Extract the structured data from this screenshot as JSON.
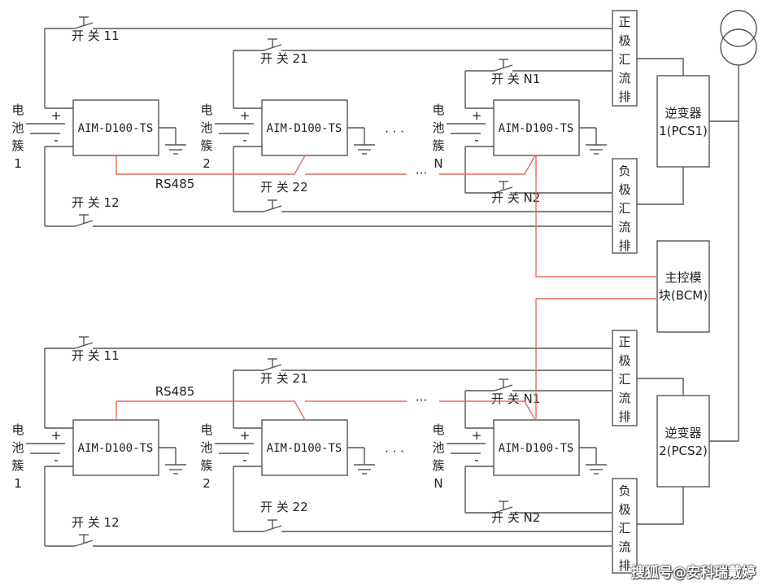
{
  "colors": {
    "wire": "#555555",
    "rs485": "#ee6a5e",
    "text": "#222222"
  },
  "sections": [
    {
      "clusters": [
        {
          "battery": [
            "电",
            "池",
            "簇",
            "1"
          ],
          "switch_top": "开 关 11",
          "switch_bottom": "开 关 12",
          "module": "AIM-D100-TS"
        },
        {
          "battery": [
            "电",
            "池",
            "簇",
            "2"
          ],
          "switch_top": "开 关 21",
          "switch_bottom": "开 关 22",
          "module": "AIM-D100-TS"
        },
        {
          "battery": [
            "电",
            "池",
            "簇",
            "N"
          ],
          "switch_top": "开 关 N1",
          "switch_bottom": "开 关 N2",
          "module": "AIM-D100-TS"
        }
      ],
      "rs485_label": "RS485",
      "positive_bus": [
        "正",
        "极",
        "汇",
        "流",
        "排"
      ],
      "negative_bus": [
        "负",
        "极",
        "汇",
        "流",
        "排"
      ],
      "inverter": [
        "逆变器",
        "1(PCS1)"
      ]
    },
    {
      "clusters": [
        {
          "battery": [
            "电",
            "池",
            "簇",
            "1"
          ],
          "switch_top": "开 关 11",
          "switch_bottom": "开 关 12",
          "module": "AIM-D100-TS"
        },
        {
          "battery": [
            "电",
            "池",
            "簇",
            "2"
          ],
          "switch_top": "开 关 21",
          "switch_bottom": "开 关 22",
          "module": "AIM-D100-TS"
        },
        {
          "battery": [
            "电",
            "池",
            "簇",
            "N"
          ],
          "switch_top": "开 关 N1",
          "switch_bottom": "开 关 N2",
          "module": "AIM-D100-TS"
        }
      ],
      "rs485_label": "RS485",
      "positive_bus": [
        "正",
        "极",
        "汇",
        "流",
        "排"
      ],
      "negative_bus": [
        "负",
        "极",
        "汇",
        "流",
        "排"
      ],
      "inverter": [
        "逆变器",
        "2(PCS2)"
      ]
    }
  ],
  "ellipsis": "· · ·",
  "rs485_ellipsis": "···",
  "plus": "+",
  "minus": "-",
  "bcm": [
    "主控模",
    "块(BCM)"
  ],
  "icons": {
    "transformer": "transformer-icon",
    "ground": "ground-icon",
    "switch": "switch-icon",
    "battery": "battery-icon"
  },
  "watermark": "搜狐号@安科瑞戴婷"
}
